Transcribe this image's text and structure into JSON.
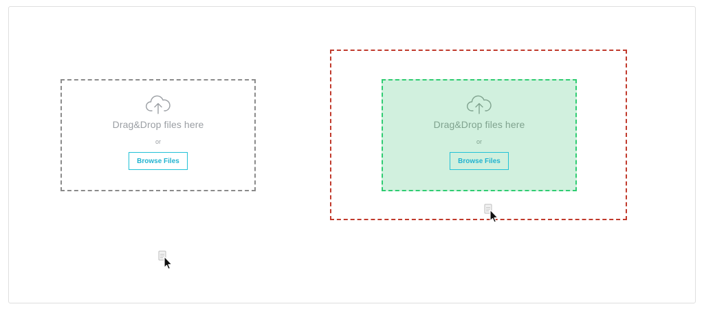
{
  "zones": [
    {
      "state": "idle",
      "icon": "cloud-upload-icon",
      "title": "Drag&Drop files here",
      "or_text": "or",
      "button_label": "Browse Files"
    },
    {
      "state": "drag-over",
      "icon": "cloud-upload-icon",
      "title": "Drag&Drop files here",
      "or_text": "or",
      "button_label": "Browse Files"
    }
  ],
  "colors": {
    "idle_border": "#8a8a8a",
    "active_border": "#2ecc71",
    "active_fill": "#d1f0de",
    "outer_zone_border": "#c0392b",
    "button_accent": "#21c1d6"
  },
  "cursors": [
    {
      "icon": "drag-file-cursor-icon"
    },
    {
      "icon": "drag-file-cursor-icon"
    }
  ]
}
